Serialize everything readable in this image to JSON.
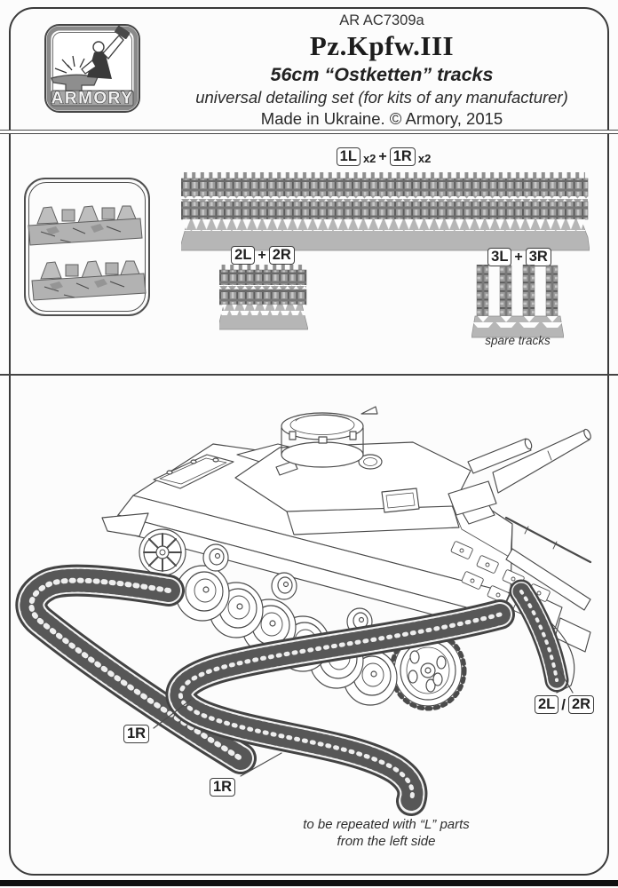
{
  "header": {
    "product_code": "AR AC7309a",
    "title": "Pz.Kpfw.III",
    "subtitle": "56cm “Ostketten” tracks",
    "description": "universal detailing set (for kits of any manufacturer)",
    "origin": "Made in Ukraine. © Armory, 2015",
    "logo_text": "ARMORY"
  },
  "parts_panel": {
    "group1": {
      "box1": "1L",
      "qty1": "x2",
      "plus": "+",
      "box2": "1R",
      "qty2": "x2"
    },
    "group2": {
      "box1": "2L",
      "plus": "+",
      "box2": "2R"
    },
    "group3": {
      "box1": "3L",
      "plus": "+",
      "box2": "3R",
      "caption": "spare tracks"
    }
  },
  "assembly_panel": {
    "label_1r_a": "1R",
    "label_1r_b": "1R",
    "combo": {
      "left": "2L",
      "sep": "/",
      "right": "2R"
    },
    "note_line1": "to be repeated with “L” parts",
    "note_line2": "from the left side"
  },
  "colors": {
    "line": "#4a4a4a",
    "sprue_link_gray": "#9d9d9d",
    "sprue_base_gray": "#b6b6b6",
    "bottom_bar": "#101010"
  }
}
